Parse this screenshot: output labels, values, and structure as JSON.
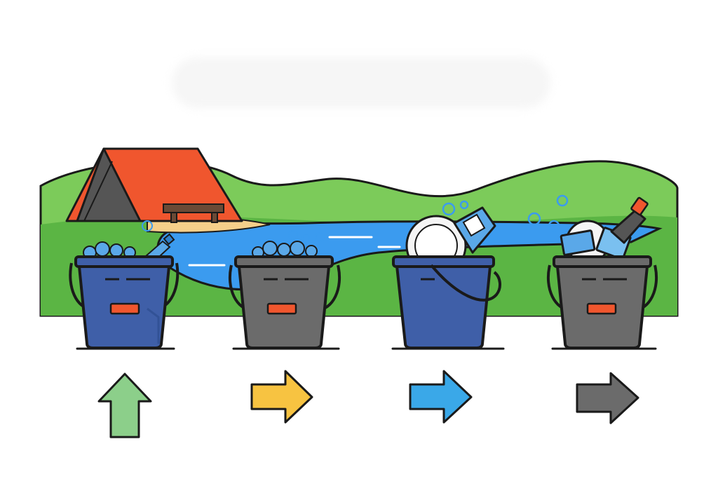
{
  "diagram": {
    "title": "",
    "scene": "campsite-by-river",
    "buckets": [
      {
        "id": 1,
        "contents": "soapy-water-and-bottle",
        "color": "#3f5fa8"
      },
      {
        "id": 2,
        "contents": "soapy-water",
        "color": "#6b6b6b"
      },
      {
        "id": 3,
        "contents": "plate-and-cup",
        "color": "#3f5fa8"
      },
      {
        "id": 4,
        "contents": "plate-bottle-and-trash",
        "color": "#6b6b6b"
      }
    ],
    "arrows": [
      {
        "id": 1,
        "direction": "up",
        "color": "#8ccf8a"
      },
      {
        "id": 2,
        "direction": "right",
        "color": "#f7c341"
      },
      {
        "id": 3,
        "direction": "right",
        "color": "#3aa8e8"
      },
      {
        "id": 4,
        "direction": "right",
        "color": "#6b6b6b"
      }
    ],
    "colors": {
      "grass": "#5bb544",
      "grass_light": "#7ccb5a",
      "river": "#3b9bef",
      "tent": "#f0562e",
      "sand": "#f5cf8a",
      "outline": "#1a1a1a"
    }
  }
}
